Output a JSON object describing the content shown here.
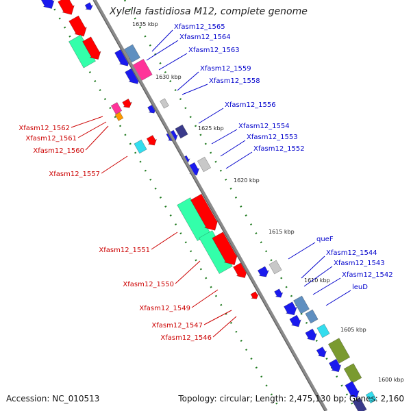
{
  "title": "Xylella fastidiosa M12, complete genome",
  "footer": {
    "accession": "Accession: NC_010513",
    "topology": "Topology: circular; Length: 2,475,130 bp; Genes: 2,160"
  },
  "colors": {
    "reverse_labels": "#cc0000",
    "forward_labels": "#0000cc",
    "backbone": "#8a8a8a",
    "tick": "#1f7a1f",
    "red": "#ff0000",
    "blue": "#1a1aee",
    "steel": "#5f8fc0",
    "navy": "#3a3a8a",
    "green": "#33ffaa",
    "pink": "#ff3399",
    "cyan": "#33ddee",
    "gray": "#c8c8c8",
    "orange": "#ff9900",
    "olive": "#7a9a30"
  },
  "kbp_labels": [
    "1635 kbp",
    "1630 kbp",
    "1625 kbp",
    "1620 kbp",
    "1615 kbp",
    "1610 kbp",
    "1605 kbp",
    "1600 kbp"
  ],
  "gene_labels_forward": [
    "Xfasm12_1565",
    "Xfasm12_1564",
    "Xfasm12_1563",
    "Xfasm12_1559",
    "Xfasm12_1558",
    "Xfasm12_1556",
    "Xfasm12_1554",
    "Xfasm12_1553",
    "Xfasm12_1552",
    "queF",
    "Xfasm12_1544",
    "Xfasm12_1543",
    "Xfasm12_1542",
    "leuD"
  ],
  "gene_labels_reverse": [
    "Xfasm12_1562",
    "Xfasm12_1561",
    "Xfasm12_1560",
    "Xfasm12_1557",
    "Xfasm12_1551",
    "Xfasm12_1550",
    "Xfasm12_1549",
    "Xfasm12_1547",
    "Xfasm12_1546"
  ]
}
